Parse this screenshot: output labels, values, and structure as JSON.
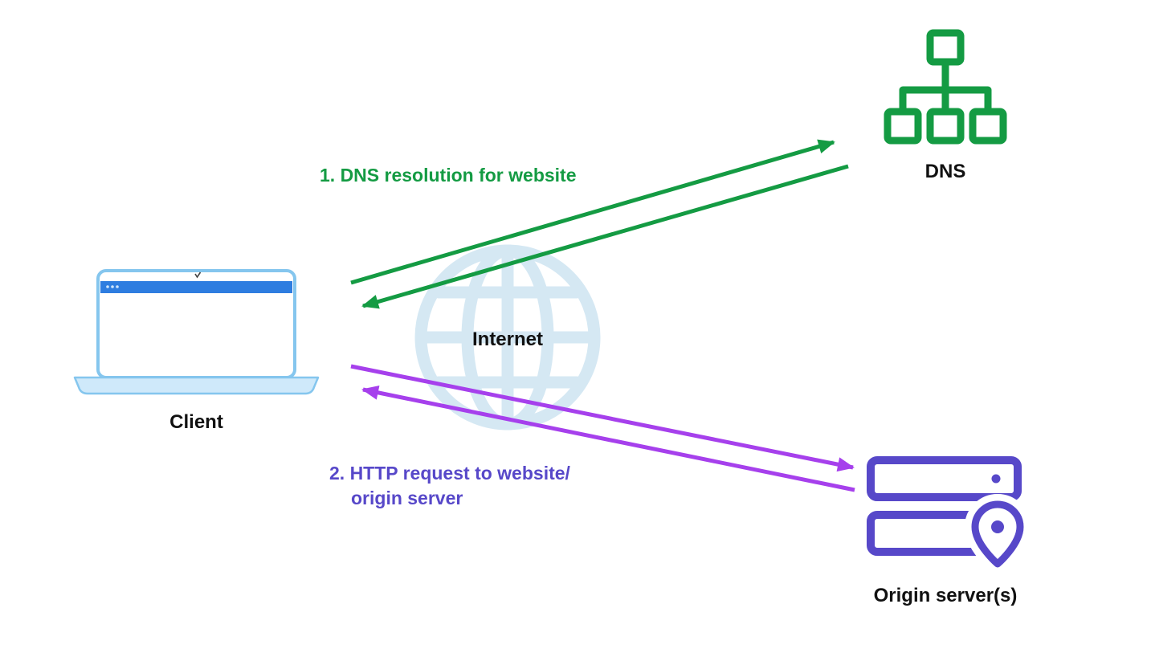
{
  "diagram": {
    "nodes": {
      "client": {
        "label": "Client"
      },
      "internet": {
        "label": "Internet"
      },
      "dns": {
        "label": "DNS"
      },
      "origin": {
        "label": "Origin server(s)"
      }
    },
    "annotations": {
      "dns_flow": {
        "label": "1. DNS resolution for website"
      },
      "http_flow": {
        "line1": "2. HTTP request to website/",
        "line2": "origin server"
      }
    },
    "colors": {
      "dns_green": "#149b43",
      "http_arrow_purple": "#a640ec",
      "origin_indigo": "#5748c9",
      "laptop_border_blue": "#85c6ee",
      "laptop_bar_blue": "#2e7de0",
      "laptop_base_blue": "#cfe9fa",
      "globe_light_blue": "#d5e8f3",
      "text_black": "#111111",
      "background": "#ffffff"
    }
  }
}
